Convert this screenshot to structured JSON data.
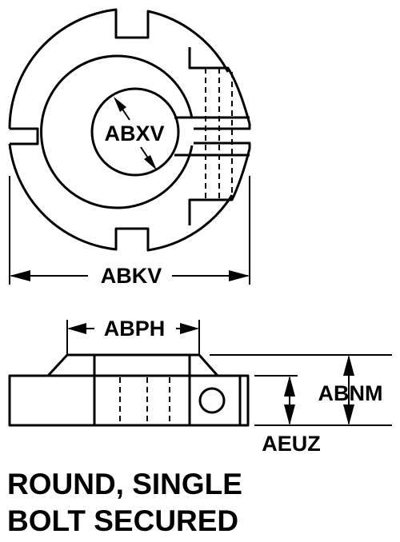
{
  "dimensions": {
    "bore_diameter": "ABXV",
    "outer_diameter": "ABKV",
    "top_width": "ABPH",
    "overall_height": "ABNM",
    "hole_height": "AEUZ"
  },
  "caption": {
    "line1": "ROUND, SINGLE",
    "line2": "BOLT SECURED"
  }
}
